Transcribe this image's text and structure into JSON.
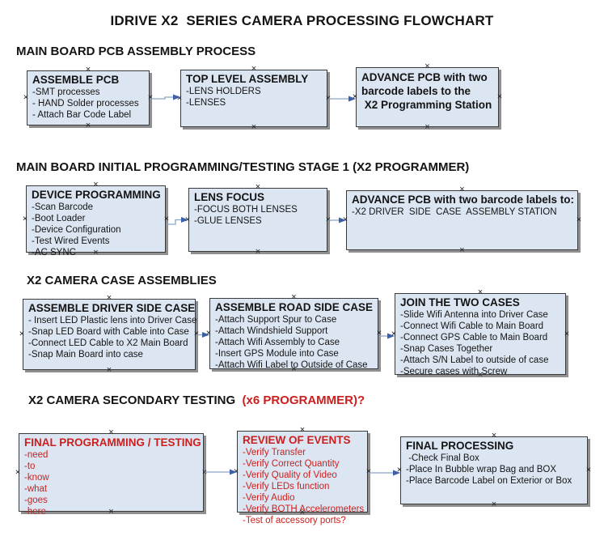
{
  "title": "IDRIVE X2  SERIES CAMERA PROCESSING FLOWCHART",
  "glyphs": {
    "connection_marker": "×"
  },
  "colors": {
    "box_fill": "#dce6f2",
    "box_border": "#3a3a3a",
    "shadow": "#8f8f8f",
    "red": "#cc1f1d",
    "arrow_line": "#8ba3c7",
    "arrow_head": "#3c5fa6",
    "text": "#141414"
  },
  "sections": [
    {
      "heading": "MAIN BOARD PCB ASSEMBLY PROCESS",
      "boxes": [
        {
          "title": "ASSEMBLE PCB",
          "lines": [
            "-SMT processes",
            "- HAND Solder processes",
            "- Attach Bar Code Label"
          ]
        },
        {
          "title": "TOP LEVEL ASSEMBLY",
          "lines": [
            "-LENS HOLDERS",
            "-LENSES"
          ]
        },
        {
          "title": "",
          "lines": [
            "ADVANCE PCB with two",
            "barcode labels to the",
            " X2 Programming Station"
          ]
        }
      ]
    },
    {
      "heading": "MAIN BOARD INITIAL PROGRAMMING/TESTING STAGE 1 (X2 PROGRAMMER)",
      "boxes": [
        {
          "title": "DEVICE PROGRAMMING",
          "lines": [
            "-Scan Barcode",
            "-Boot Loader",
            "-Device Configuration",
            "-Test Wired Events",
            "-AC SYNC"
          ]
        },
        {
          "title": "LENS FOCUS",
          "lines": [
            "-FOCUS BOTH LENSES",
            "-GLUE LENSES"
          ]
        },
        {
          "title": "ADVANCE PCB with two barcode labels to:",
          "lines": [
            "-X2 DRIVER  SIDE  CASE  ASSEMBLY STATION"
          ]
        }
      ]
    },
    {
      "heading": "X2 CAMERA CASE ASSEMBLIES",
      "boxes": [
        {
          "title": "ASSEMBLE DRIVER SIDE CASE",
          "lines": [
            "- Insert LED Plastic lens into Driver Case",
            "-Snap LED Board with Cable into Case",
            "-Connect LED Cable to X2 Main Board",
            "-Snap Main Board into case"
          ]
        },
        {
          "title": "ASSEMBLE ROAD SIDE CASE",
          "lines": [
            "-Attach Support Spur to Case",
            "-Attach Windshield Support",
            "-Attach Wifi Assembly to Case",
            "-Insert GPS Module into Case",
            "-Attach Wifi Label to Outside of Case"
          ]
        },
        {
          "title": "JOIN THE TWO CASES",
          "lines": [
            "-Slide Wifi Antenna into Driver Case",
            "-Connect Wifi Cable to Main Board",
            "-Connect GPS Cable to Main Board",
            "-Snap Cases Together",
            "-Attach S/N Label to outside of case",
            "-Secure cases with Screw"
          ]
        }
      ]
    },
    {
      "heading": "X2 CAMERA SECONDARY TESTING  ",
      "heading_red": "(x6 PROGRAMMER)?",
      "boxes": [
        {
          "title": "FINAL PROGRAMMING / TESTING",
          "lines": [
            "-need",
            "-to",
            "-know",
            "-what",
            "-goes",
            "-here"
          ]
        },
        {
          "title": "REVIEW OF EVENTS",
          "lines": [
            "-Verify Transfer",
            "-Verify Correct Quantity",
            "-Verify Quality of Video",
            "-Verify LEDs function",
            "-Verify Audio",
            "-Verify BOTH Accelerometers",
            "-Test of accessory ports?"
          ]
        },
        {
          "title": "FINAL PROCESSING",
          "lines": [
            " -Check Final Box",
            "-Place In Bubble wrap Bag and BOX",
            "-Place Barcode Label on Exterior or Box"
          ]
        }
      ]
    }
  ]
}
